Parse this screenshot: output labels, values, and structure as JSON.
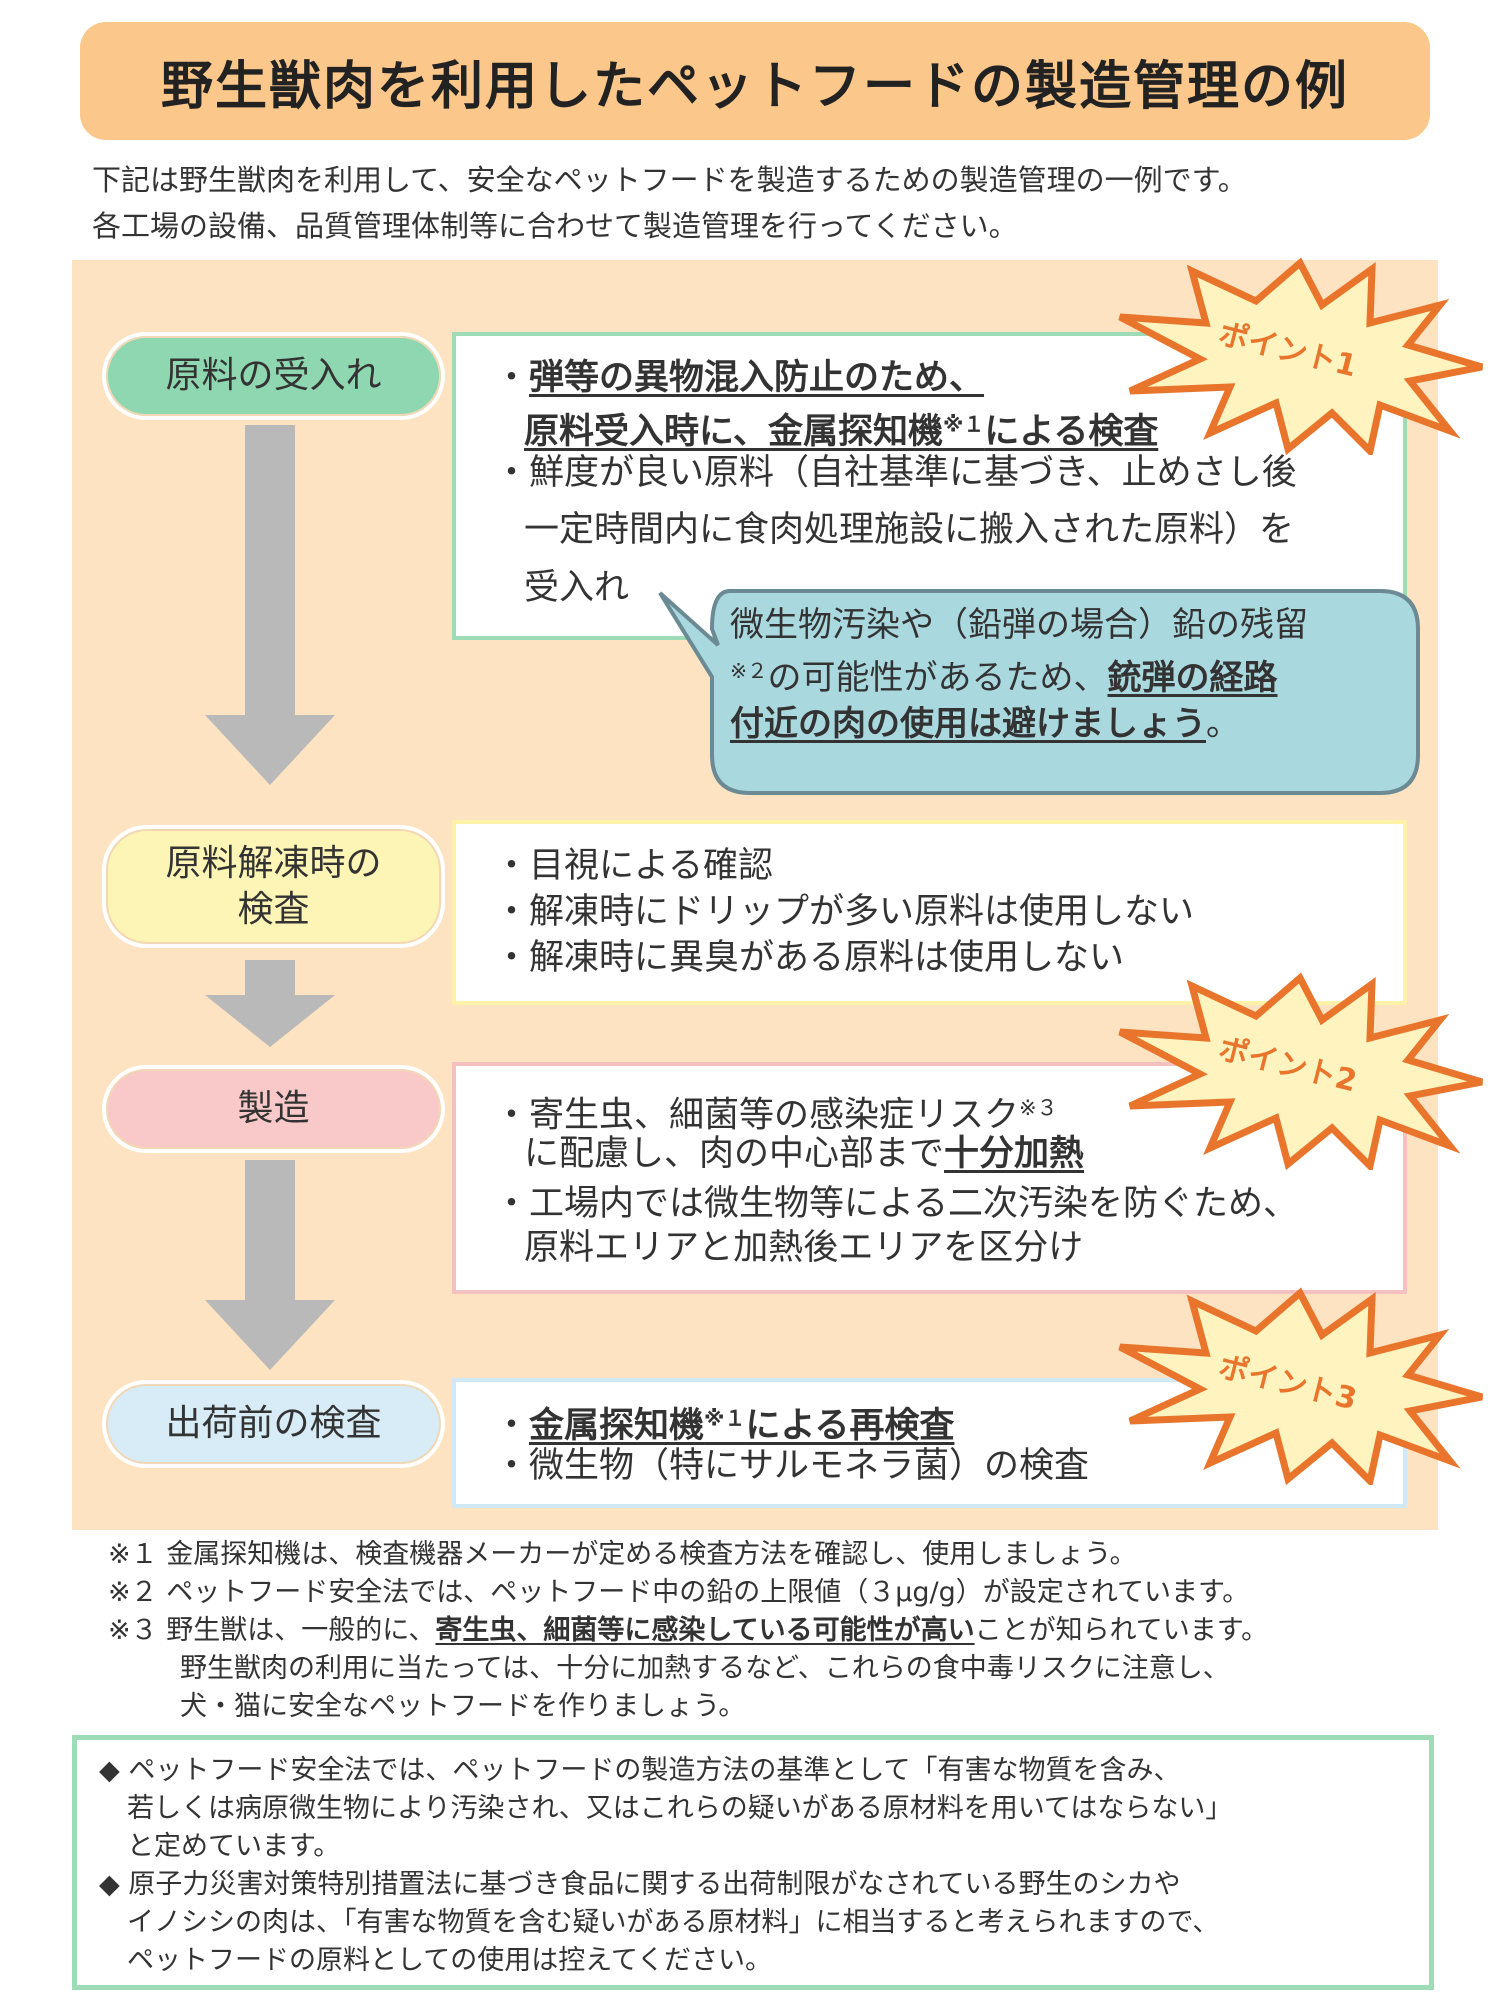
{
  "title": "野生獣肉を利用したペットフードの製造管理の例",
  "intro": [
    "下記は野生獣肉を利用して、安全なペットフードを製造するための製造管理の一例です。",
    "各工場の設備、品質管理体制等に合わせて製造管理を行ってください。"
  ],
  "stages": {
    "s1": "原料の受入れ",
    "s2": "原料解凍時の\n検査",
    "s3": "製造",
    "s4": "出荷前の検査"
  },
  "box1": {
    "l1": "弾等の異物混入防止のため、",
    "l2a": "原料受入時に、金属探知機",
    "l2sup": "※１",
    "l2b": "による検査",
    "l3": "鮮度が良い原料（自社基準に基づき、止めさし後",
    "l4": "一定時間内に食肉処理施設に搬入された原料）を",
    "l5": "受入れ"
  },
  "callout": {
    "l1": "微生物汚染や（鉛弾の場合）鉛の残留",
    "l2sup": "※２",
    "l2a": "の可能性があるため、",
    "l2b": "銃弾の経路",
    "l3": "付近の肉の使用は避けましょう",
    "l3end": "。"
  },
  "box2": {
    "l1": "目視による確認",
    "l2": "解凍時にドリップが多い原料は使用しない",
    "l3": "解凍時に異臭がある原料は使用しない"
  },
  "box3": {
    "l1a": "寄生虫、細菌等の感染症リスク",
    "l1sup": "※３",
    "l2a": "に配慮し、肉の中心部まで",
    "l2b": "十分加熱",
    "l3": "工場内では微生物等による二次汚染を防ぐため、",
    "l4": "原料エリアと加熱後エリアを区分け"
  },
  "box4": {
    "l1a": "金属探知機",
    "l1sup": "※１",
    "l1b": "による再検査",
    "l2": "微生物（特にサルモネラ菌）の検査"
  },
  "points": [
    "ポイント1",
    "ポイント2",
    "ポイント3"
  ],
  "bullet": "・",
  "footnotes": {
    "f1": "※１ 金属探知機は、検査機器メーカーが定める検査方法を確認し、使用しましょう。",
    "f2": "※２ ペットフード安全法では、ペットフード中の鉛の上限値（３μg/g）が設定されています。",
    "f3a": "※３ 野生獣は、一般的に、",
    "f3b": "寄生虫、細菌等に感染している可能性が高い",
    "f3c": "ことが知られています。",
    "f4": "野生獣肉の利用に当たっては、十分に加熱するなど、これらの食中毒リスクに注意し、",
    "f5": "犬・猫に安全なペットフードを作りましょう。"
  },
  "notice": {
    "l1": "◆ ペットフード安全法では、ペットフードの製造方法の基準として「有害な物質を含み、",
    "l2": "若しくは病原微生物により汚染され、又はこれらの疑いがある原材料を用いてはならない」",
    "l3": "と定めています。",
    "l4": "◆ 原子力災害対策特別措置法に基づき食品に関する出荷制限がなされている野生のシカや",
    "l5": "イノシシの肉は、「有害な物質を含む疑いがある原材料」に相当すると考えられますので、",
    "l6": "ペットフードの原料としての使用は控えてください。"
  },
  "colors": {
    "title_bg": "#fbc78a",
    "flow_bg": "#fde3c2",
    "stage1": "#8fd7b1",
    "stage2": "#fdf5b5",
    "stage3": "#f9c9c9",
    "stage4": "#d7ecf6",
    "callout": "#a9d8df",
    "burst": "#e8752b",
    "arrow": "#b9b9b9"
  }
}
